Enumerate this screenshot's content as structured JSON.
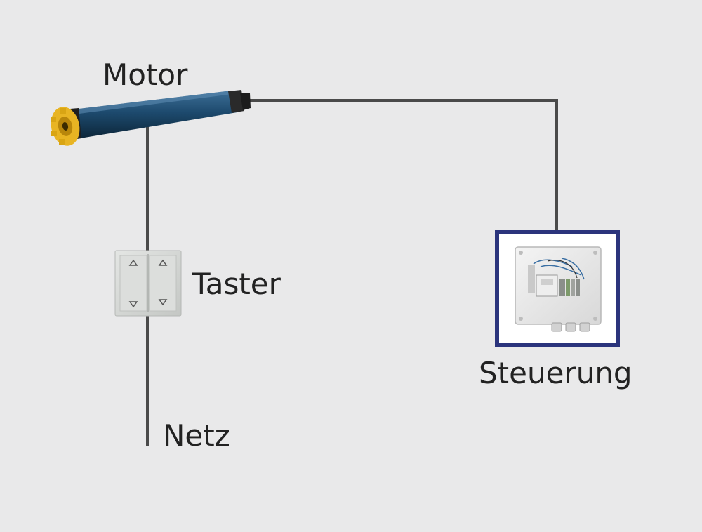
{
  "labels": {
    "motor": "Motor",
    "taster": "Taster",
    "steuerung": "Steuerung",
    "netz": "Netz"
  },
  "colors": {
    "background": "#e9e9ea",
    "wire": "#4a4a4a",
    "motor_tube": "#1d4a6e",
    "motor_head": "#e8b423",
    "control_frame": "#2b347c",
    "switch": "#d4d6d4"
  },
  "icons": [
    "tubular-motor-icon",
    "rocker-switch-icon",
    "control-box-icon"
  ]
}
